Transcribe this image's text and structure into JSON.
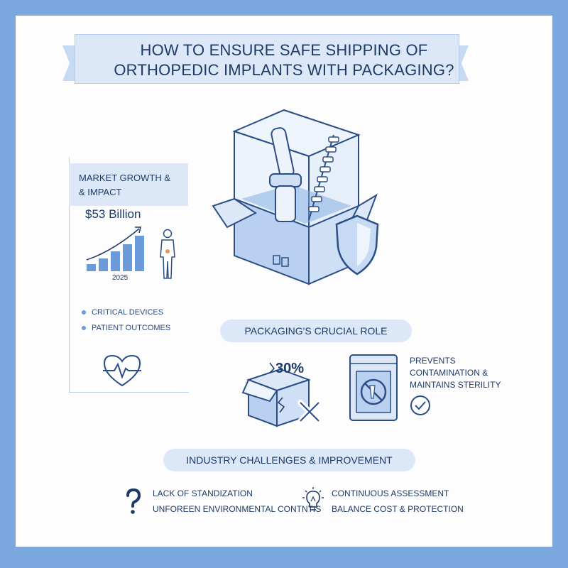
{
  "title": {
    "line1": "HOW TO ENSURE SAFE SHIPPING OF",
    "line2": "ORTHOPEDIC IMPLANTS WITH PACKAGING?"
  },
  "market": {
    "heading_line1": "MARKET GROWTH &",
    "heading_line2": "& IMPACT",
    "value": "$53 Billion",
    "year": "2025",
    "bullets": [
      "CRITICAL DEVICES",
      "PATIENT OUTCOMES"
    ]
  },
  "packaging": {
    "heading": "PACKAGING'S CRUCIAL ROLE",
    "damage_percent": "30%",
    "benefit_lines": [
      "PREVENTS",
      "CONTAMINATION &",
      "MAINTAINS STERILITY"
    ]
  },
  "challenges": {
    "heading": "INDUSTRY CHALLENGES & IMPROVEMENT",
    "problems": [
      "LACK OF STANDIZATION",
      "UNFOREEN ENVIRONMENTAL CONTNTIS"
    ],
    "improvements": [
      "CONTINUOUS ASSESSMENT",
      "BALANCE COST & PROTECTION"
    ]
  },
  "colors": {
    "frame": "#7aa7de",
    "navy": "#1e3a66",
    "light_blue": "#dce8f8",
    "accent_blue": "#6b9bd8"
  },
  "icons": [
    "open-box-icon",
    "bone-implant-icon",
    "spine-icon",
    "shield-icon",
    "bar-chart-icon",
    "human-figure-icon",
    "heart-pulse-icon",
    "damaged-box-icon",
    "x-mark-icon",
    "sterile-pouch-icon",
    "check-circle-icon",
    "question-mark-icon",
    "lightbulb-icon"
  ]
}
